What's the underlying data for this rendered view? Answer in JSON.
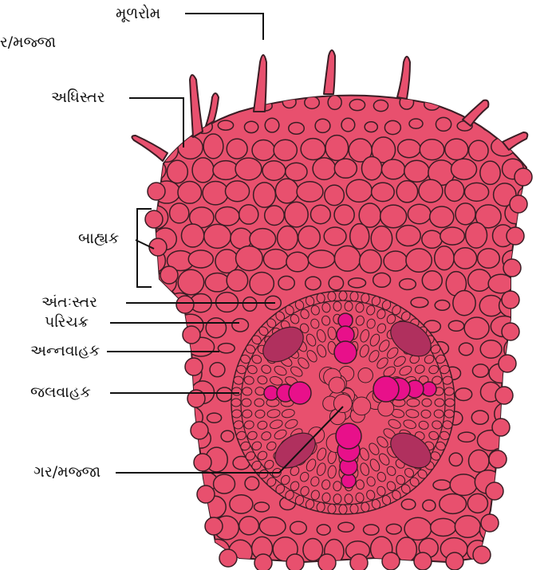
{
  "labels": {
    "root_hair": "મૂળરોમ",
    "pith_top_cropped": "ગર/મજ્જા",
    "epidermis": "અધિસ્તર",
    "cortex": "બાહ્યક",
    "endodermis": "અંતઃસ્તર",
    "pericycle": "પરિચક્ર",
    "phloem": "અન્નવાહક",
    "xylem": "જલવાહક",
    "pith": "ગર/મજ્જા"
  },
  "colors": {
    "tissue": "#e8506e",
    "cell_wall": "#3a1d24",
    "xylem": "#e8108a",
    "phloem": "#b0305e",
    "leader": "#111111"
  }
}
